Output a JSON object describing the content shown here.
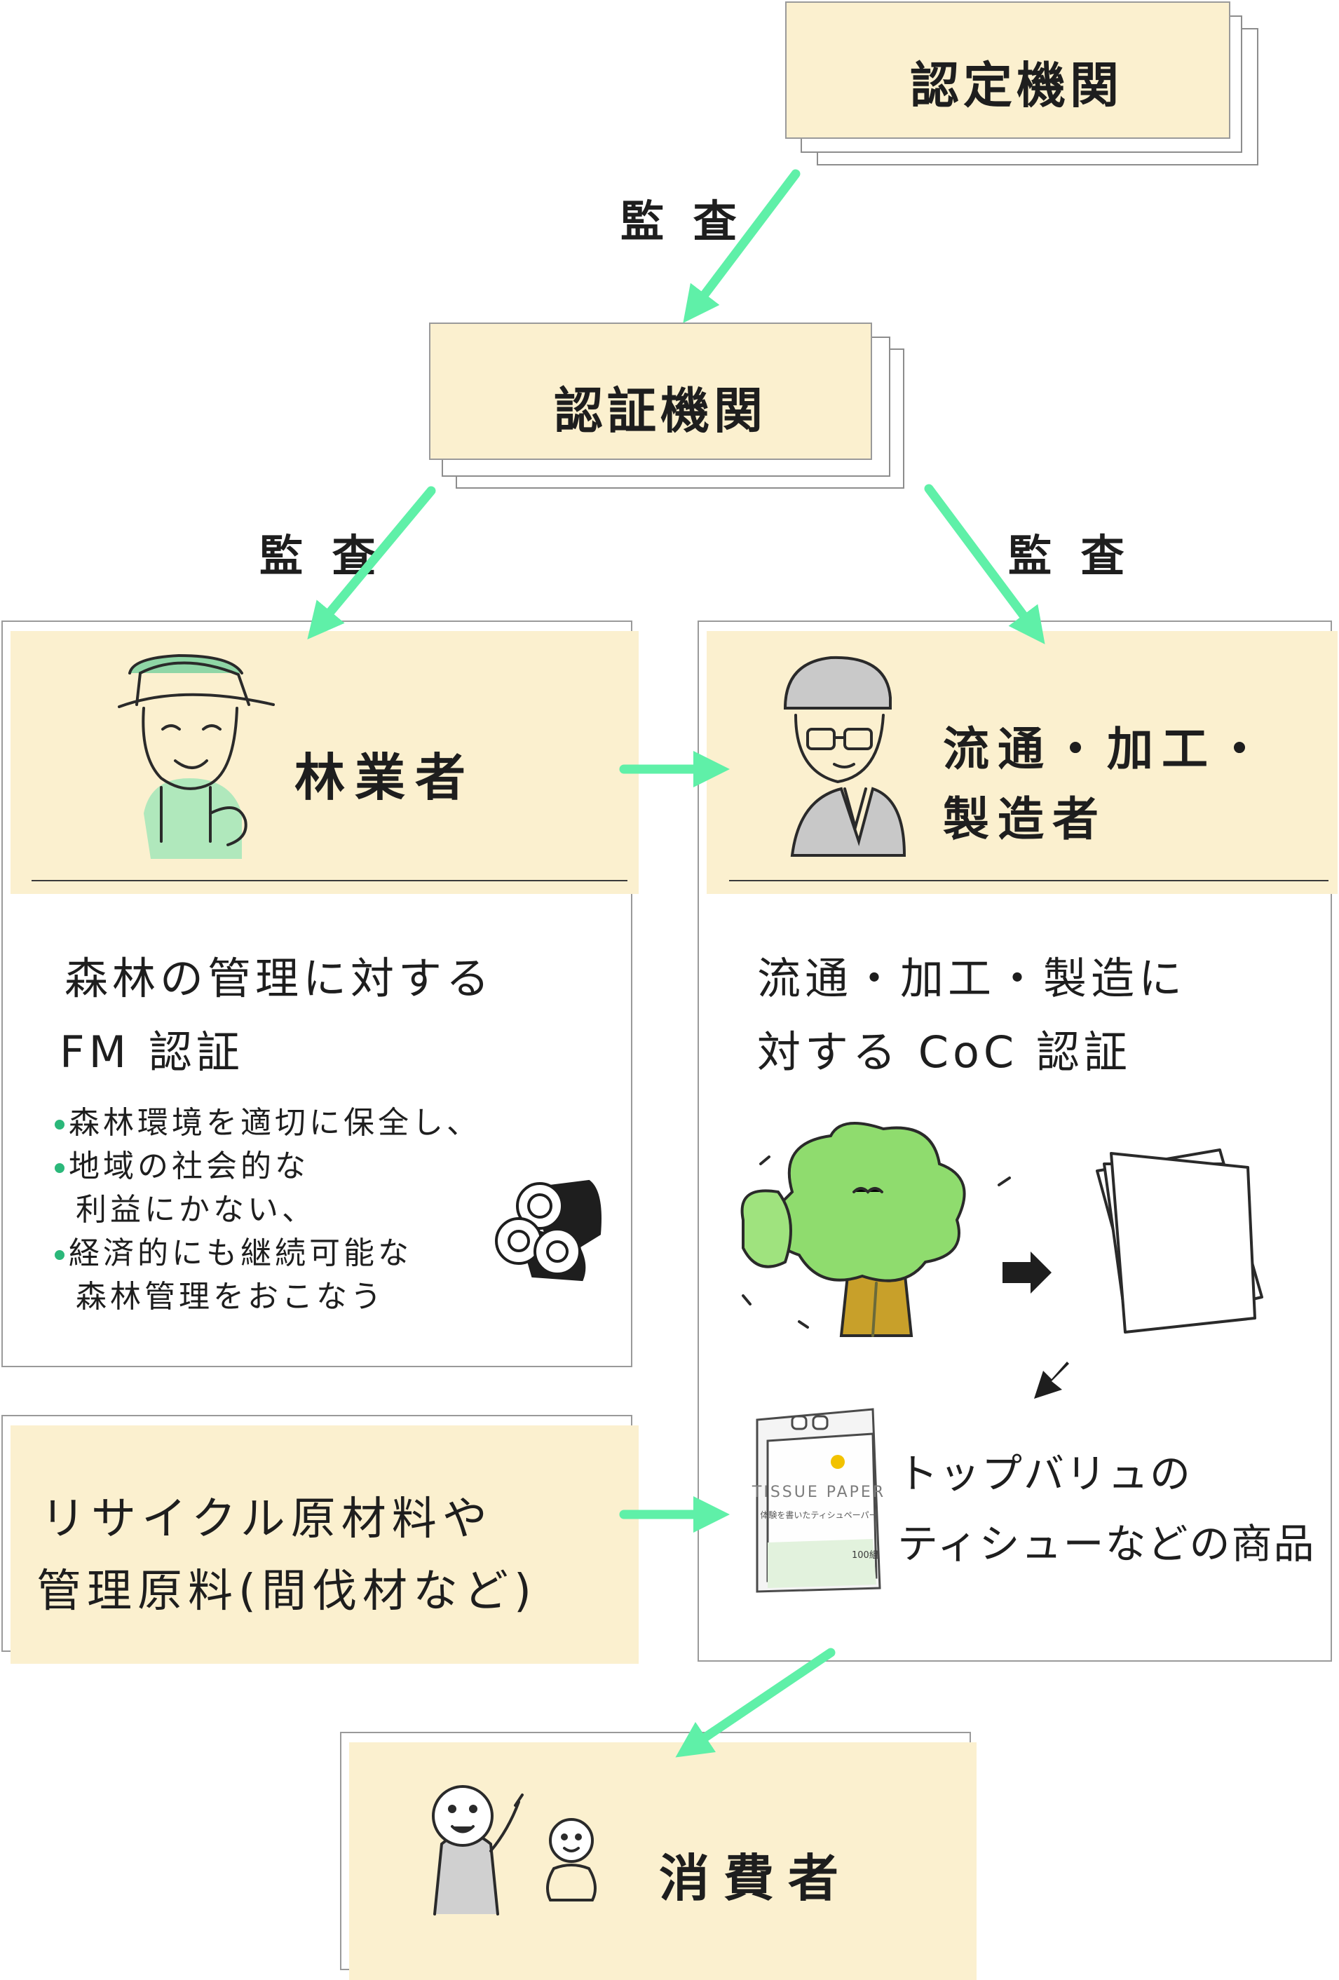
{
  "certifying_body": {
    "label": "認定機関"
  },
  "certification_body": {
    "label": "認証機関"
  },
  "audit_labels": {
    "top": "監 査",
    "left": "監 査",
    "right": "監 査"
  },
  "forestry": {
    "title": "林業者",
    "heading_line1": "森林の管理に対する",
    "heading_line2": "FM 認証",
    "bullets": [
      {
        "bullet": true,
        "text": "森林環境を適切に保全し、"
      },
      {
        "bullet": true,
        "text": "地域の社会的な"
      },
      {
        "bullet": false,
        "text": "利益にかない、"
      },
      {
        "bullet": true,
        "text": "経済的にも継続可能な"
      },
      {
        "bullet": false,
        "text": "森林管理をおこなう"
      }
    ]
  },
  "processing": {
    "title_line1": "流通・加工・",
    "title_line2": "製造者",
    "heading_line1": "流通・加工・製造に",
    "heading_line2": "対する CoC 認証",
    "product_line1": "トップバリュの",
    "product_line2": "ティシューなどの商品"
  },
  "recycle": {
    "line1": "リサイクル原材料や",
    "line2": "管理原料(間伐材など)"
  },
  "consumer": {
    "label": "消費者"
  },
  "tissue_package": {
    "brand": "TISSUE PAPER",
    "subtitle": "体験を書いたティシュペーパー",
    "count": "100組"
  },
  "colors": {
    "arrow": "#5ff0a8",
    "card_fill": "#fbf0cf",
    "tree_leaf": "#8fdc6e",
    "tree_trunk": "#c8a02a"
  }
}
